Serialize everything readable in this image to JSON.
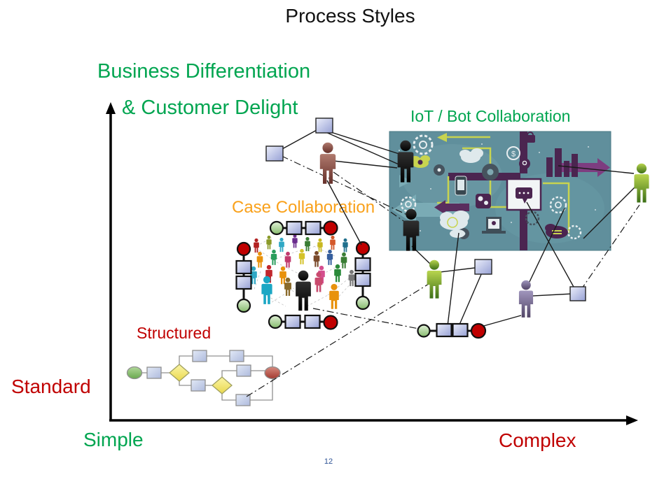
{
  "slide": {
    "title": "Process Styles",
    "page_number": "12"
  },
  "labels": {
    "y_axis_line1": "Business Differentiation",
    "y_axis_line2": "& Customer Delight",
    "iot": "IoT / Bot Collaboration",
    "case_collab": "Case Collaboration",
    "structured": "Structured",
    "standard": "Standard",
    "simple": "Simple",
    "complex": "Complex"
  },
  "iot_glyphs": {
    "dollar": "$"
  },
  "colors": {
    "heading_green": "#00A550",
    "label_orange": "#F9A11B",
    "label_dark_red": "#C00000",
    "title_black": "#111111",
    "page_number_blue": "#2E5395",
    "iot_teal_background": "#608F9C",
    "iot_purple": "#4B2550",
    "iot_lime": "#C8D44F",
    "node_square_fill": "#9AA4D6",
    "axis_black": "#000000"
  }
}
